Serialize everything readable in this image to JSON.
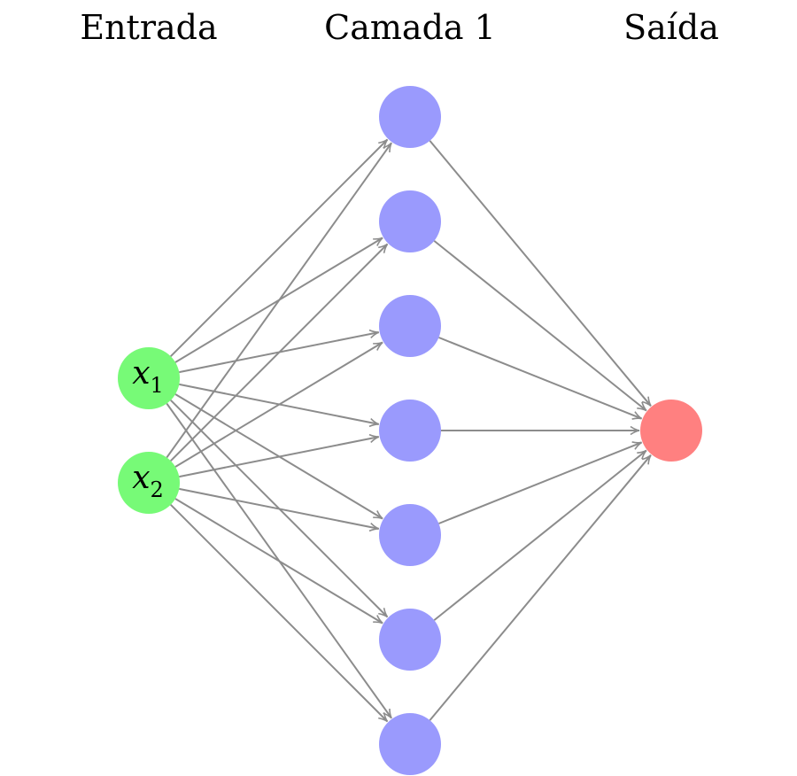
{
  "layers": {
    "input": {
      "title": "Entrada",
      "nodes": [
        {
          "var": "x",
          "sub": "1"
        },
        {
          "var": "x",
          "sub": "2"
        }
      ],
      "color": "#77fa77"
    },
    "hidden": {
      "title": "Camada 1",
      "node_count": 7,
      "color": "#9a9afd"
    },
    "output": {
      "title": "Saída",
      "node_count": 1,
      "color": "#ff8080"
    }
  },
  "edge_color": "#8c8c8c"
}
